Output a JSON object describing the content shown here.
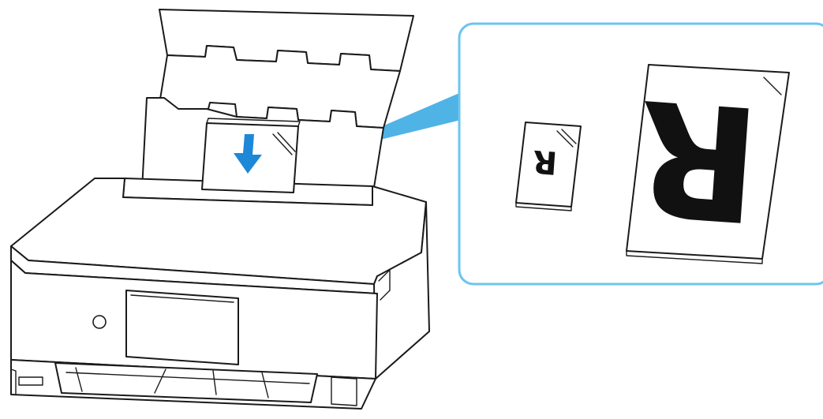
{
  "figure": {
    "subject": "printer-rear-tray-paper-loading",
    "colors": {
      "accent": "#4fb3e6",
      "callout_border": "#6cc4ef",
      "arrow": "#1e88d8",
      "line": "#1a1a1a",
      "background": "#ffffff"
    },
    "callout": {
      "small_sheet_letter": "R",
      "large_sheet_letter": "R",
      "orientation": "upside-down"
    },
    "arrow_direction": "down"
  }
}
